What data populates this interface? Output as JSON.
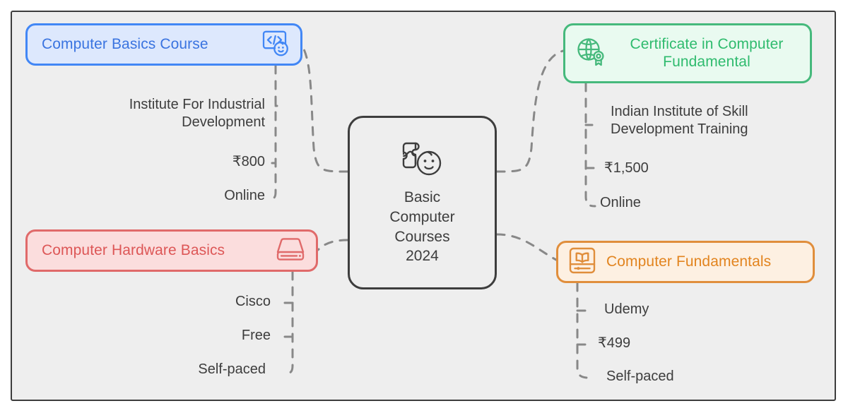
{
  "diagram": {
    "type": "mindmap",
    "title": "Basic Computer Courses 2024",
    "background_color": "#eeeeee",
    "frame_border_color": "#3d3d3d"
  },
  "center": {
    "label": "Basic\nComputer\nCourses\n2024",
    "icon": "puzzle-face-icon",
    "border_color": "#3d3d3d",
    "text_color": "#3d3d3d",
    "fill_color": "#eeeeee"
  },
  "branches": [
    {
      "id": "basics",
      "label": "Computer Basics Course",
      "icon": "code-face-icon",
      "icon_position": "right",
      "accent_color": "#3a74e0",
      "border_color": "#4287f5",
      "fill_color": "#dde8fd",
      "details": [
        {
          "key": "provider",
          "text": "Institute For Industrial\nDevelopment"
        },
        {
          "key": "price",
          "text": "₹800"
        },
        {
          "key": "mode",
          "text": "Online"
        }
      ]
    },
    {
      "id": "certificate",
      "label": "Certificate in Computer\nFundamental",
      "icon": "globe-award-icon",
      "icon_position": "left",
      "accent_color": "#2fbb6e",
      "border_color": "#46b97c",
      "fill_color": "#e9faf0",
      "details": [
        {
          "key": "provider",
          "text": "Indian Institute of Skill\nDevelopment Training"
        },
        {
          "key": "price",
          "text": "₹1,500"
        },
        {
          "key": "mode",
          "text": "Online"
        }
      ]
    },
    {
      "id": "hardware",
      "label": "Computer Hardware Basics",
      "icon": "hard-drive-icon",
      "icon_position": "right",
      "accent_color": "#dd5757",
      "border_color": "#e06a6a",
      "fill_color": "#fbdddd",
      "details": [
        {
          "key": "provider",
          "text": "Cisco"
        },
        {
          "key": "price",
          "text": "Free"
        },
        {
          "key": "mode",
          "text": "Self-paced"
        }
      ]
    },
    {
      "id": "fundamentals",
      "label": "Computer Fundamentals",
      "icon": "book-course-icon",
      "icon_position": "left",
      "accent_color": "#e2841f",
      "border_color": "#e08e3c",
      "fill_color": "#fdf0e2",
      "details": [
        {
          "key": "provider",
          "text": "Udemy"
        },
        {
          "key": "price",
          "text": "₹499"
        },
        {
          "key": "mode",
          "text": "Self-paced"
        }
      ]
    }
  ],
  "edges": {
    "style": "dashed",
    "color": "#888888"
  }
}
